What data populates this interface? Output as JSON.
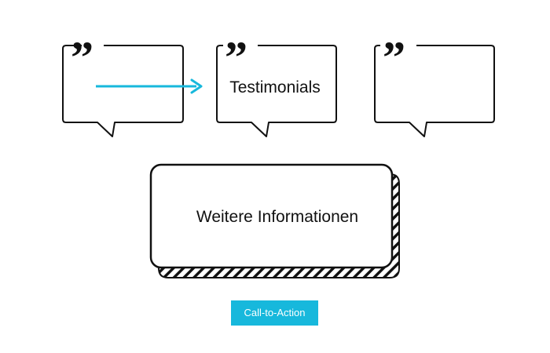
{
  "bubbles": [
    {
      "label": ""
    },
    {
      "label": "Testimonials"
    },
    {
      "label": ""
    }
  ],
  "quote_mark": "”",
  "info_box": {
    "label": "Weitere Informationen"
  },
  "cta": {
    "label": "Call-to-Action"
  },
  "colors": {
    "stroke": "#111111",
    "arrow": "#17b8dc",
    "button_bg": "#17b8dc",
    "button_text": "#ffffff"
  },
  "icons": {
    "quote": "quote-icon",
    "arrow": "arrow-right-icon"
  }
}
